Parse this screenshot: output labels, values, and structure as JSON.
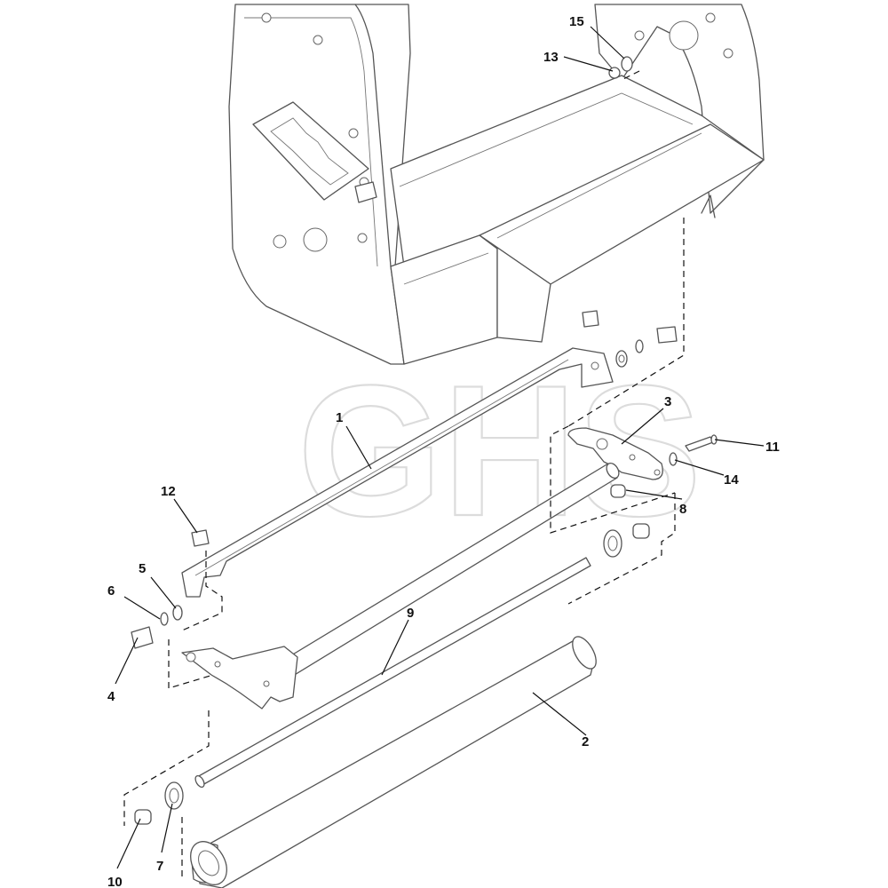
{
  "watermark": "GHS",
  "callouts": [
    "1",
    "2",
    "3",
    "4",
    "5",
    "6",
    "7",
    "8",
    "9",
    "10",
    "11",
    "12",
    "13",
    "14",
    "15"
  ]
}
